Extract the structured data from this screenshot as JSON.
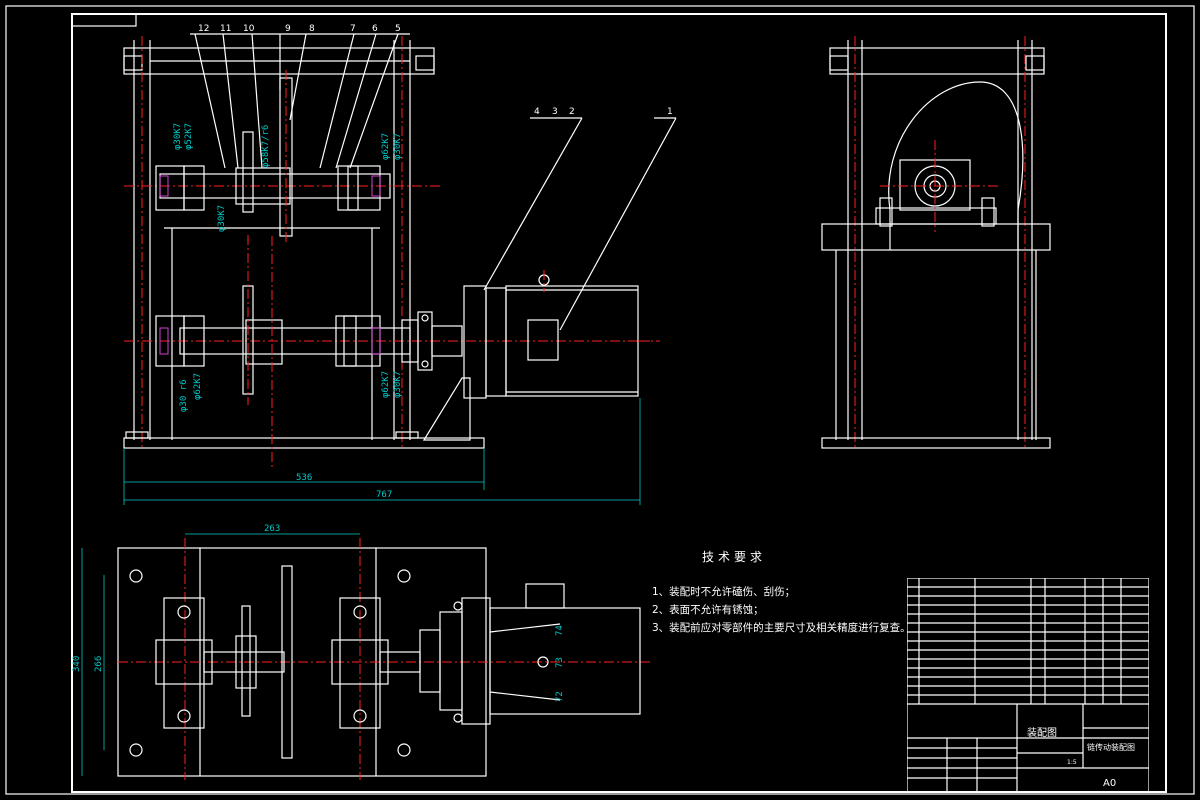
{
  "drawing": {
    "front_view_balloons": [
      "12",
      "11",
      "10",
      "9",
      "8",
      "7",
      "6",
      "5"
    ],
    "motor_balloons": [
      "4",
      "3",
      "2"
    ],
    "motor_balloon_single": "1",
    "dimensions": {
      "frame_width": "536",
      "overall_width": "767",
      "plan_width": "263",
      "plan_height": "340",
      "plan_inner_height": "266",
      "fit_a": "φ30K7",
      "fit_b": "φ52K7",
      "fit_c": "φ58K7/r6",
      "fit_d": "φ62K7",
      "fit_e": "φ30K7",
      "fit_f": "φ30K7",
      "fit_g": "φ30 r6",
      "fit_h": "φ62K7",
      "fit_i": "φ62K7",
      "fit_j": "φ30K7"
    },
    "plan_view_balloons": [
      "74",
      "73",
      "72"
    ]
  },
  "tech": {
    "title": "技术要求",
    "items": [
      "1、装配时不允许磕伤、刮伤；",
      "2、表面不允许有锈蚀；",
      "3、装配前应对零部件的主要尺寸及相关精度进行复查。"
    ]
  },
  "title_block": {
    "drawing_type": "装配图",
    "drawing_name": "链传动装配图",
    "sheet_size": "A0",
    "sheet_scale": "1:5"
  },
  "colors": {
    "background": "#000000",
    "outline": "#ffffff",
    "centerline": "#ff2020",
    "dimension": "#00c8c8",
    "hatch": "#d040d0",
    "label": "#e0d000"
  }
}
